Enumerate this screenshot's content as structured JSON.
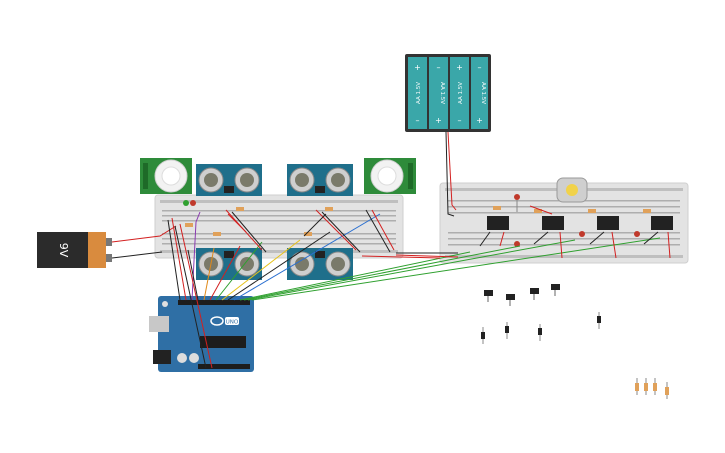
{
  "battery_9v": {
    "label": "9V"
  },
  "battery_pack": {
    "cells": [
      {
        "label": "AA 1.5V",
        "plus": "+",
        "minus": "–"
      },
      {
        "label": "AA 1.5V",
        "plus": "+",
        "minus": "–"
      },
      {
        "label": "AA 1.5V",
        "plus": "+",
        "minus": "–"
      },
      {
        "label": "AA 1.5V",
        "plus": "+",
        "minus": "–"
      }
    ]
  },
  "arduino": {
    "logo": "UNO"
  },
  "colors": {
    "breadboard": "#e6e6e6",
    "arduino": "#2f6fa5",
    "sensor_board": "#1f6f8b",
    "pir_board": "#2e8b3a",
    "battery_cell": "#3aa7a9",
    "wire_red": "#d32020",
    "wire_black": "#222222",
    "wire_green": "#2fa02f",
    "wire_orange": "#e08a1a",
    "wire_purple": "#8a3ab0",
    "wire_blue": "#2a6fd0"
  }
}
